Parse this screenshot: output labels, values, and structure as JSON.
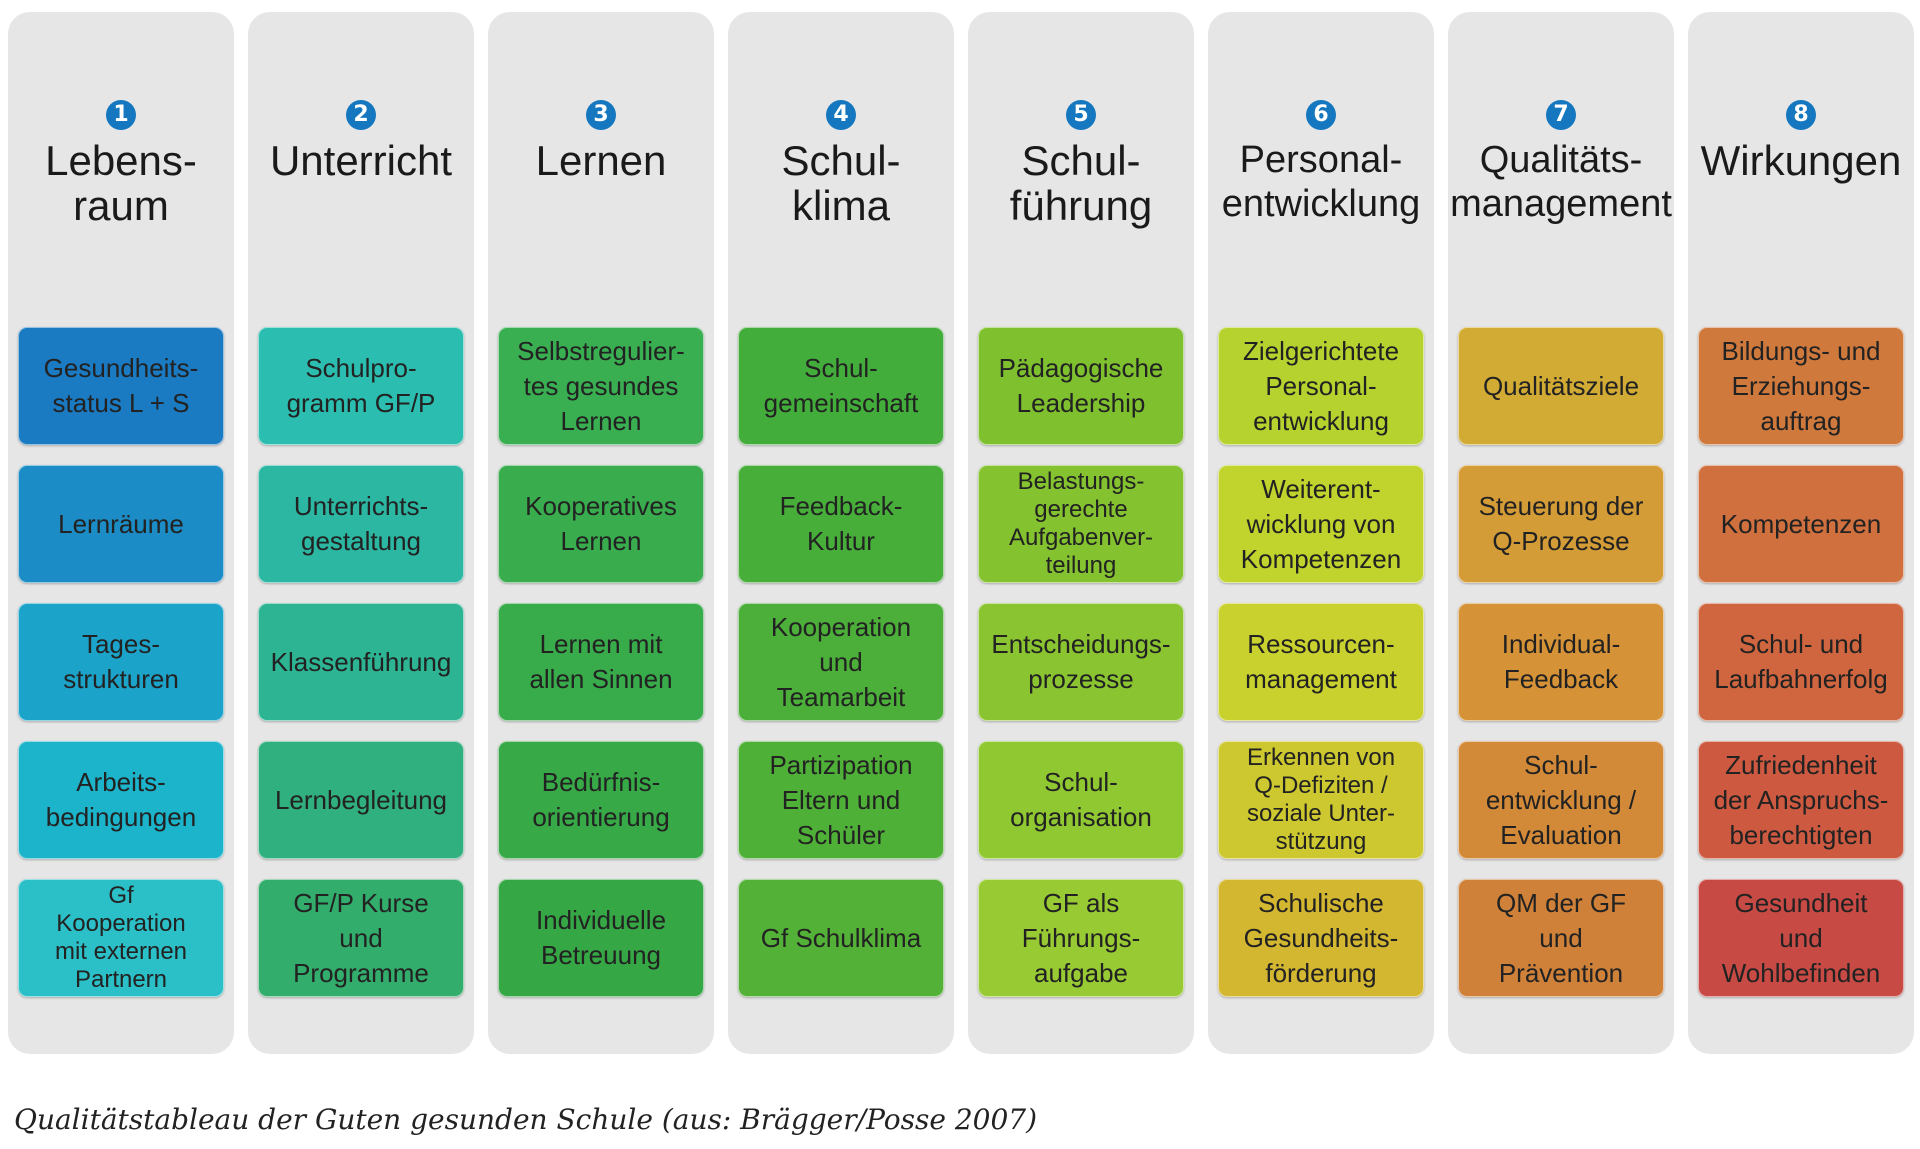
{
  "columns": [
    {
      "number": "1",
      "title": "Lebens-\nraum",
      "items": [
        {
          "label": "Gesundheits-\nstatus L + S",
          "color": "#1a7ac2"
        },
        {
          "label": "Lernräume",
          "color": "#1b8cc5"
        },
        {
          "label": "Tages-\nstrukturen",
          "color": "#1ca3c9"
        },
        {
          "label": "Arbeits-\nbedingungen",
          "color": "#1cb4cb"
        },
        {
          "label": "Gf\nKooperation\nmit externen\nPartnern",
          "color": "#2bbfc7"
        }
      ]
    },
    {
      "number": "2",
      "title": "Unterricht",
      "items": [
        {
          "label": "Schulpro-\ngramm GF/P",
          "color": "#2bbdaf"
        },
        {
          "label": "Unterrichts-\ngestaltung",
          "color": "#2bb7a2"
        },
        {
          "label": "Klassenführung",
          "color": "#2db493"
        },
        {
          "label": "Lernbegleitung",
          "color": "#31b07f"
        },
        {
          "label": "GF/P Kurse\nund\nProgramme",
          "color": "#33ad6c"
        }
      ]
    },
    {
      "number": "3",
      "title": "Lernen",
      "items": [
        {
          "label": "Selbstregulier-\ntes gesundes\nLernen",
          "color": "#3aaf52"
        },
        {
          "label": "Kooperatives\nLernen",
          "color": "#39ad4e"
        },
        {
          "label": "Lernen mit\nallen Sinnen",
          "color": "#38ab4a"
        },
        {
          "label": "Bedürfnis-\norientierung",
          "color": "#37a947"
        },
        {
          "label": "Individuelle\nBetreuung",
          "color": "#36a745"
        }
      ]
    },
    {
      "number": "4",
      "title": "Schul-\nklima",
      "items": [
        {
          "label": "Schul-\ngemeinschaft",
          "color": "#43ad3b"
        },
        {
          "label": "Feedback-\nKultur",
          "color": "#47ae3a"
        },
        {
          "label": "Kooperation\nund\nTeamarbeit",
          "color": "#4baf39"
        },
        {
          "label": "Partizipation\nEltern und\nSchüler",
          "color": "#4fb038"
        },
        {
          "label": "Gf Schulklima",
          "color": "#53b137"
        }
      ]
    },
    {
      "number": "5",
      "title": "Schul-\nführung",
      "items": [
        {
          "label": "Pädagogische\nLeadership",
          "color": "#7fc02f"
        },
        {
          "label": "Belastungs-\ngerechte\nAufgabenver-\nteilung",
          "color": "#84c230"
        },
        {
          "label": "Entscheidungs-\nprozesse",
          "color": "#8ac531"
        },
        {
          "label": "Schul-\norganisation",
          "color": "#90c832"
        },
        {
          "label": "GF als\nFührungs-\naufgabe",
          "color": "#98cb33"
        }
      ]
    },
    {
      "number": "6",
      "title": "Personal-\nentwicklung",
      "items": [
        {
          "label": "Zielgerichtete\nPersonal-\nentwicklung",
          "color": "#b6d22e"
        },
        {
          "label": "Weiterent-\nwicklung von\nKompetenzen",
          "color": "#c1d42e"
        },
        {
          "label": "Ressourcen-\nmanagement",
          "color": "#c9d12e"
        },
        {
          "label": "Erkennen von\nQ-Defiziten /\nsoziale Unter-\nstützung",
          "color": "#cdc82f"
        },
        {
          "label": "Schulische\nGesundheits-\nförderung",
          "color": "#d4b731"
        }
      ]
    },
    {
      "number": "7",
      "title": "Qualitäts-\nmanagement",
      "items": [
        {
          "label": "Qualitätsziele",
          "color": "#d2ab34"
        },
        {
          "label": "Steuerung der\nQ-Prozesse",
          "color": "#d49c36"
        },
        {
          "label": "Individual-\nFeedback",
          "color": "#d59236"
        },
        {
          "label": "Schul-\nentwicklung /\nEvaluation",
          "color": "#d38a38"
        },
        {
          "label": "QM der GF\nund\nPrävention",
          "color": "#d08139"
        }
      ]
    },
    {
      "number": "8",
      "title": "Wirkungen",
      "items": [
        {
          "label": "Bildungs-  und\nErziehungs-\nauftrag",
          "color": "#d0793d"
        },
        {
          "label": "Kompetenzen",
          "color": "#d0703e"
        },
        {
          "label": "Schul- und\nLaufbahnerfolg",
          "color": "#d0663f"
        },
        {
          "label": "Zufriedenheit\nder Anspruchs-\nberechtigten",
          "color": "#cd5a40"
        },
        {
          "label": "Gesundheit\nund\nWohlbefinden",
          "color": "#c84a44"
        }
      ]
    }
  ],
  "caption": "Qualitätstableau der Guten gesunden Schule (aus: Brägger/Posse 2007)"
}
